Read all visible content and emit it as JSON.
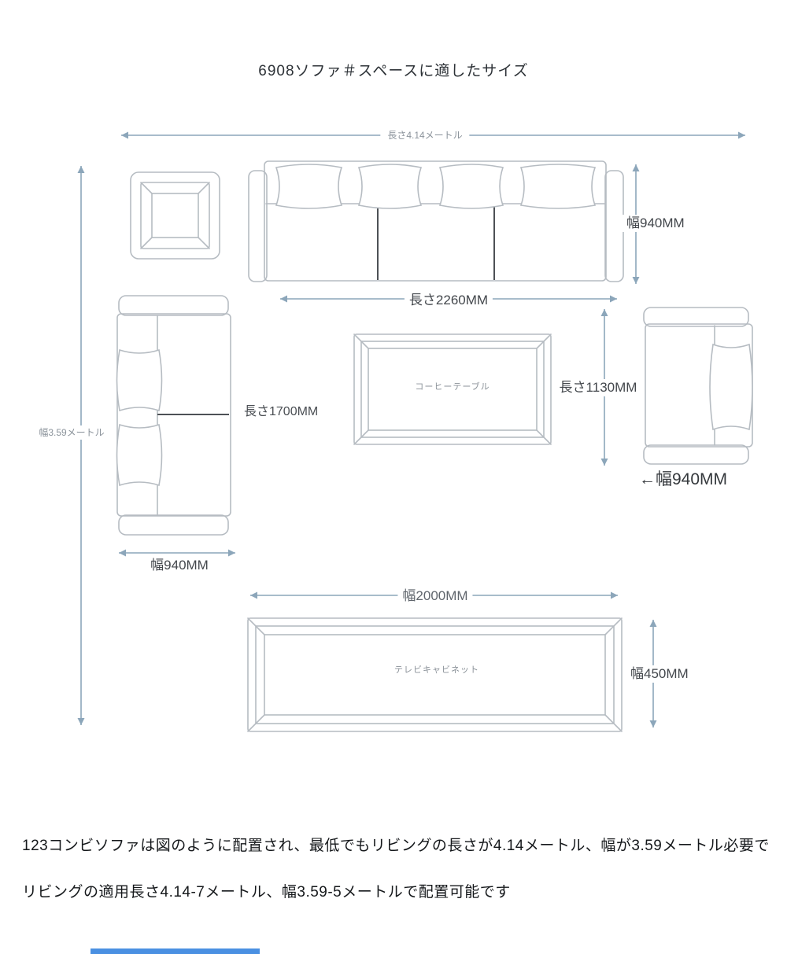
{
  "title": "6908ソファ＃スペースに適したサイズ",
  "dimensions": {
    "room_length": "長さ4.14メートル",
    "room_width": "幅3.59メートル",
    "sofa3_depth": "幅940MM",
    "sofa3_length": "長さ2260MM",
    "sofa2_length": "長さ1700MM",
    "sofa2_width": "幅940MM",
    "chair_length": "長さ1130MM",
    "chair_width": "←幅940MM",
    "tv_length": "幅2000MM",
    "tv_depth": "幅450MM"
  },
  "furniture_labels": {
    "coffee_table": "コーヒーテーブル",
    "tv_cabinet": "テレビキャビネット"
  },
  "notes": [
    "123コンビソファは図のように配置され、最低でもリビングの長さが4.14メートル、幅が3.59メートル必要で",
    "リビングの適用長さ4.14-7メートル、幅3.59-5メートルで配置可能です"
  ],
  "colors": {
    "dimension": "#8ca6ba",
    "furniture_outline": "#b6bcc2",
    "divider": "#4d5156",
    "accent_bar": "#4a90e2"
  }
}
